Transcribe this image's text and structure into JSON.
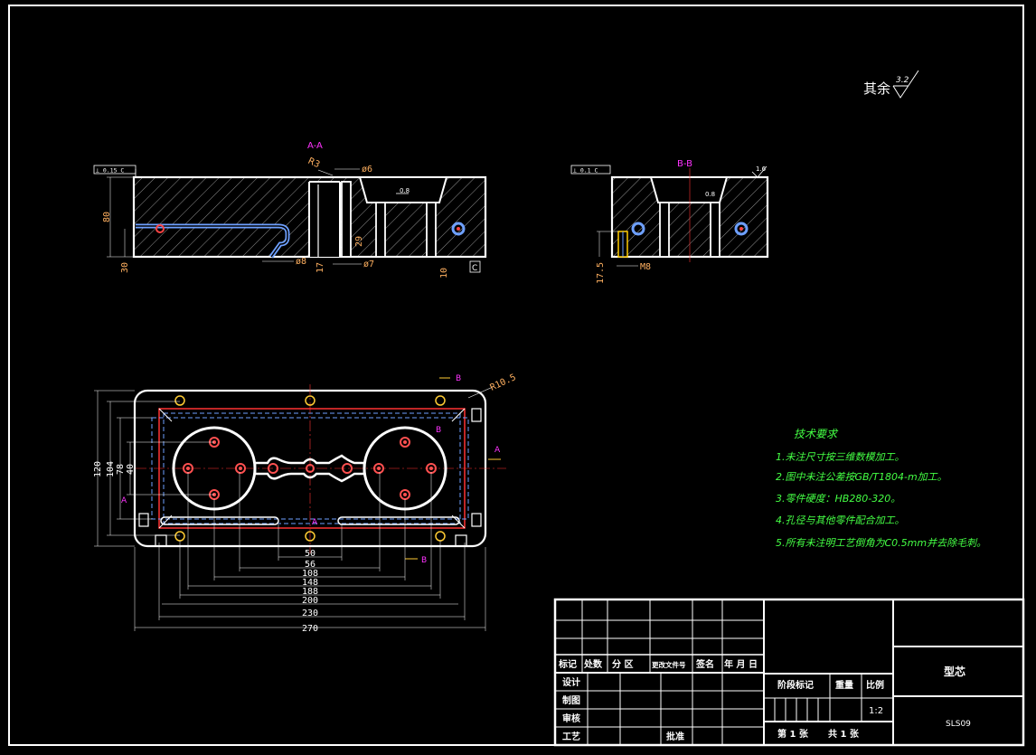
{
  "surface_note": {
    "label": "其余",
    "roughness": "3.2"
  },
  "section_aa": {
    "title": "A-A",
    "flatness": "⊥ 0.15 C",
    "datum": "C",
    "radius": "R3",
    "pocket_roughness": "0.8",
    "dims": {
      "d6": "ø6",
      "d8": "ø8",
      "d7": "ø7",
      "h80": "80",
      "h30": "30",
      "h17": "17",
      "h29": "29",
      "h10": "10"
    }
  },
  "section_bb": {
    "title": "B-B",
    "flatness": "⊥ 0.1 C",
    "corner_roughness": "1.6",
    "pocket_roughness": "0.8",
    "dims": {
      "thread": "M8",
      "h175": "17.5"
    }
  },
  "plan_view": {
    "radius": "R10.5",
    "mark_a": "A",
    "mark_b": "B",
    "dims_h": [
      "50",
      "56",
      "108",
      "148",
      "188",
      "200",
      "230",
      "270"
    ],
    "dims_v": [
      "120",
      "104",
      "78",
      "40"
    ]
  },
  "tech_notes": {
    "title": "技术要求",
    "items": [
      "1.未注尺寸按三维数模加工。",
      "2.图中未注公差按GB/T1804-m加工。",
      "3.零件硬度：HB280-320。",
      "4.孔径与其他零件配合加工。",
      "5.所有未注明工艺倒角为C0.5mm并去除毛刺。"
    ]
  },
  "title_block": {
    "header": [
      "标记",
      "处数",
      "分  区",
      "更改文件号",
      "签名",
      "年 月 日"
    ],
    "roles": [
      "设计",
      "制图",
      "审核",
      "工艺"
    ],
    "approve": "批准",
    "stage": "阶段标记",
    "weight": "重量",
    "scale_label": "比例",
    "scale": "1:2",
    "sheet": "第 1 张",
    "total": "共 1 张",
    "part_name": "型芯",
    "drawing_no": "SLS09"
  }
}
